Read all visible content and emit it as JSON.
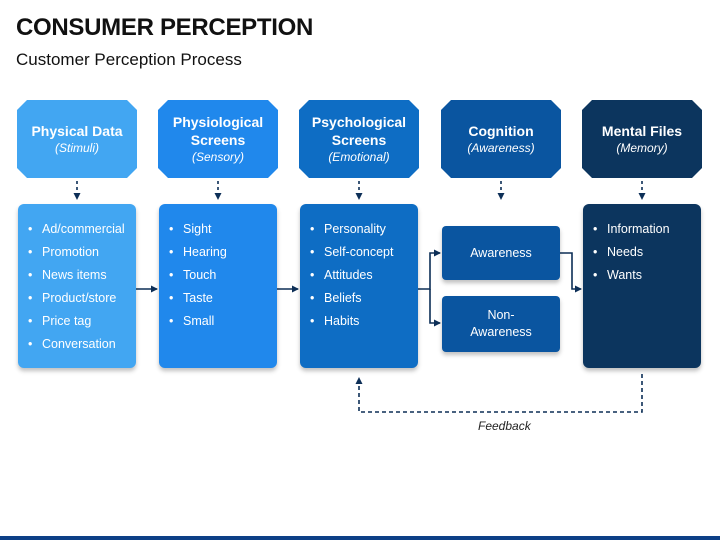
{
  "title": "CONSUMER PERCEPTION",
  "subtitle": "Customer Perception Process",
  "colors": {
    "stage1": "#42a6f2",
    "stage2": "#2088ec",
    "stage3": "#0e6dc4",
    "stage4": "#0a55a0",
    "stage5": "#0c355e",
    "connector": "#0d2f57"
  },
  "stages": [
    {
      "title": "Physical Data",
      "sub": "(Stimuli)",
      "items": [
        "Ad/commercial",
        "Promotion",
        "News items",
        "Product/store",
        "Price tag",
        "Conversation"
      ]
    },
    {
      "title": "Physiological Screens",
      "sub": "(Sensory)",
      "items": [
        "Sight",
        "Hearing",
        "Touch",
        "Taste",
        "Small"
      ]
    },
    {
      "title": "Psychological Screens",
      "sub": "(Emotional)",
      "items": [
        "Personality",
        "Self-concept",
        "Attitudes",
        "Beliefs",
        "Habits"
      ]
    },
    {
      "title": "Cognition",
      "sub": "(Awareness)"
    },
    {
      "title": "Mental Files",
      "sub": "(Memory)",
      "items": [
        "Information",
        "Needs",
        "Wants"
      ]
    }
  ],
  "cognition": {
    "awareness": "Awareness",
    "non_awareness": "Non-Awareness"
  },
  "feedback": "Feedback"
}
